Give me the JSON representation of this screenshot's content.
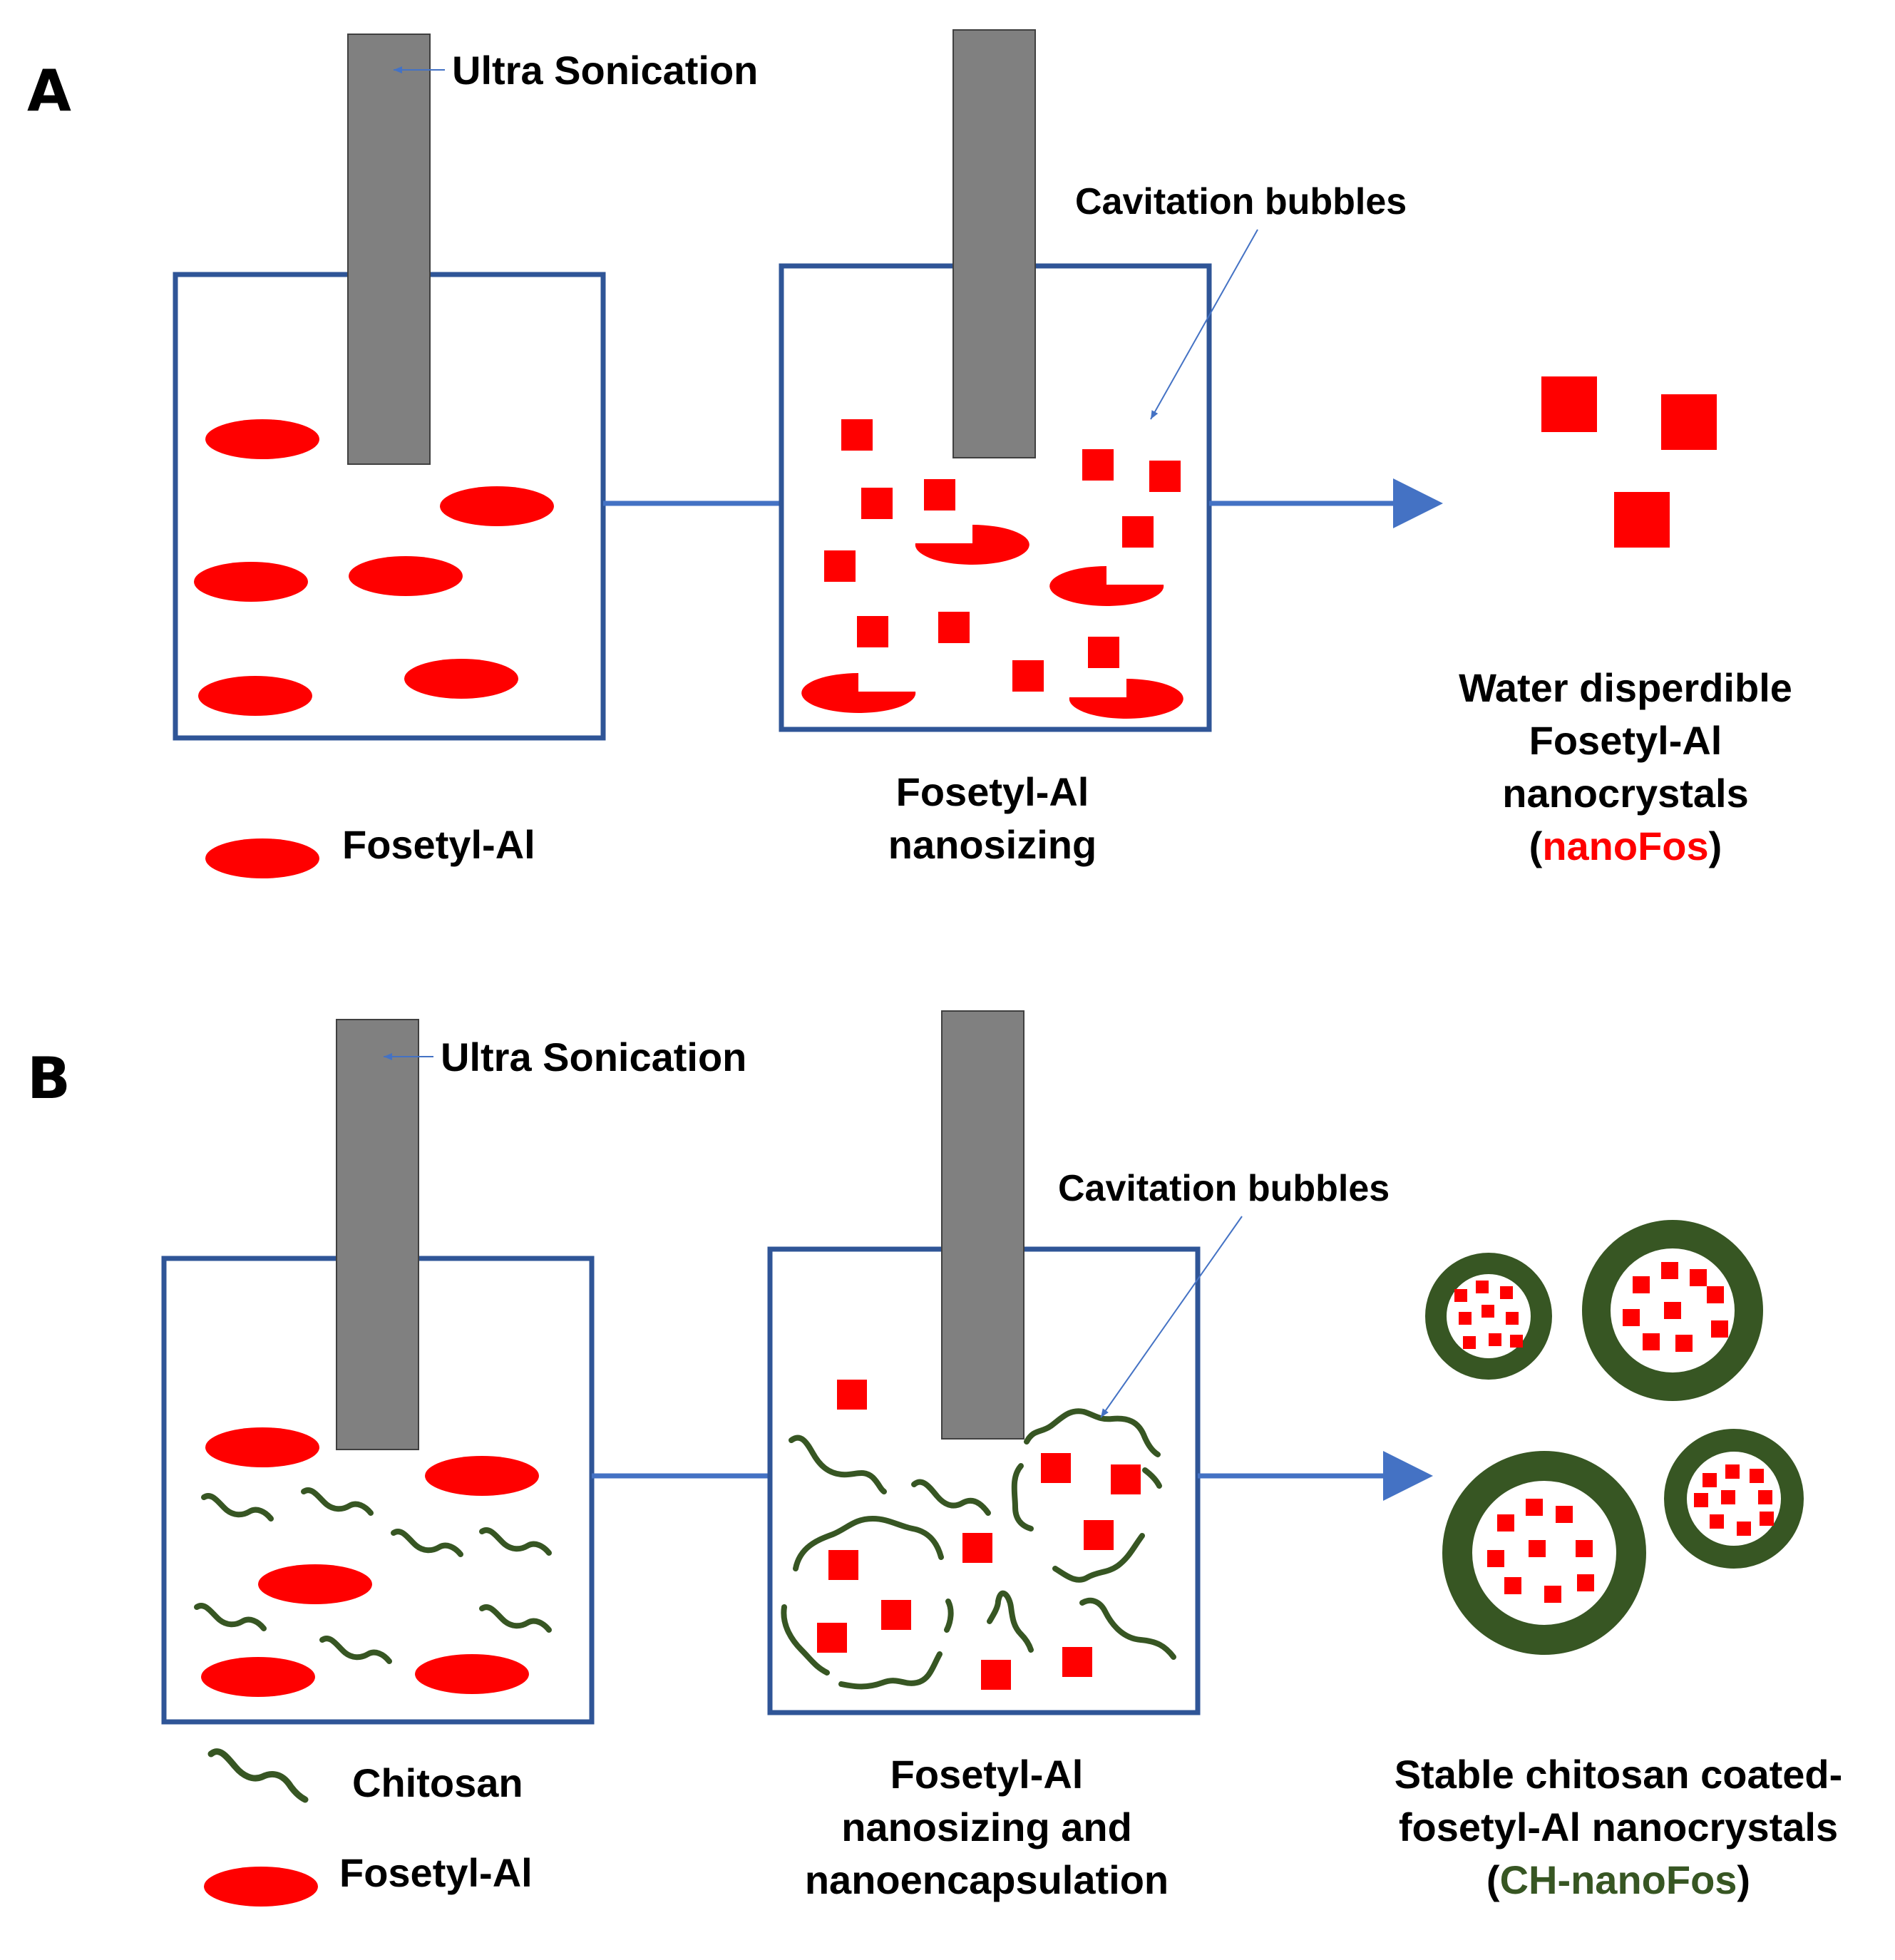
{
  "panel_a": {
    "letter": "A",
    "probe_label": "Ultra Sonication",
    "bubbles_label": "Cavitation bubbles",
    "legend_fosetyl": "Fosetyl-Al",
    "step2_line1": "Fosetyl-Al",
    "step2_line2": "nanosizing",
    "result_line1": "Water disperdible",
    "result_line2": "Fosetyl-Al",
    "result_line3": "nanocrystals",
    "result_paren_open": "(",
    "result_highlight": "nanoFos",
    "result_paren_close": ")"
  },
  "panel_b": {
    "letter": "B",
    "probe_label": "Ultra Sonication",
    "bubbles_label": "Cavitation bubbles",
    "legend_chitosan": "Chitosan",
    "legend_fosetyl": "Fosetyl-Al",
    "step2_line1": "Fosetyl-Al",
    "step2_line2": "nanosizing and",
    "step2_line3": "nanoencapsulation",
    "result_line1": "Stable chitosan coated-",
    "result_line2": "fosetyl-Al nanocrystals",
    "result_paren_open": "(",
    "result_highlight": "CH-nanoFos",
    "result_paren_close": ")"
  },
  "colors": {
    "vessel_border": "#2f5597",
    "connector": "#4472c4",
    "fosetyl": "#ff0000",
    "probe": "#808080",
    "chitosan": "#375623",
    "highlight_red": "#ff0000",
    "highlight_green": "#375623"
  }
}
